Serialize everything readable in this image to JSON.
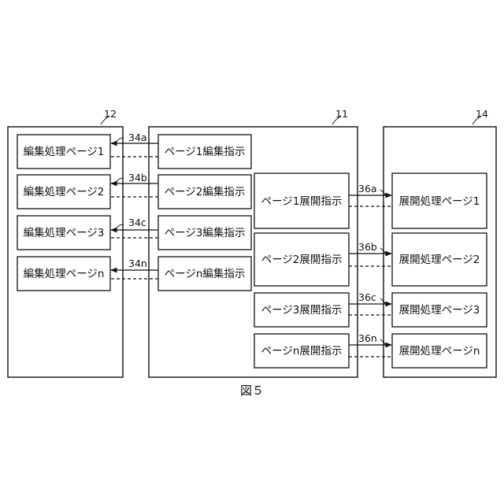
{
  "frames": {
    "left": {
      "ref": "12"
    },
    "center": {
      "ref": "11"
    },
    "right": {
      "ref": "14"
    }
  },
  "left_boxes": [
    "編集処理ページ1",
    "編集処理ページ2",
    "編集処理ページ3",
    "編集処理ページn"
  ],
  "edit_instructions": [
    "ページ1編集指示",
    "ページ2編集指示",
    "ページ3編集指示",
    "ページn編集指示"
  ],
  "expand_instructions": [
    "ページ1展開指示",
    "ページ2展開指示",
    "ページ3展開指示",
    "ページn展開指示"
  ],
  "right_boxes": [
    "展開処理ページ1",
    "展開処理ページ2",
    "展開処理ページ3",
    "展開処理ページn"
  ],
  "edit_refs": [
    "34a",
    "34b",
    "34c",
    "34n"
  ],
  "expand_refs": [
    "36a",
    "36b",
    "36c",
    "36n"
  ],
  "caption": "図５"
}
